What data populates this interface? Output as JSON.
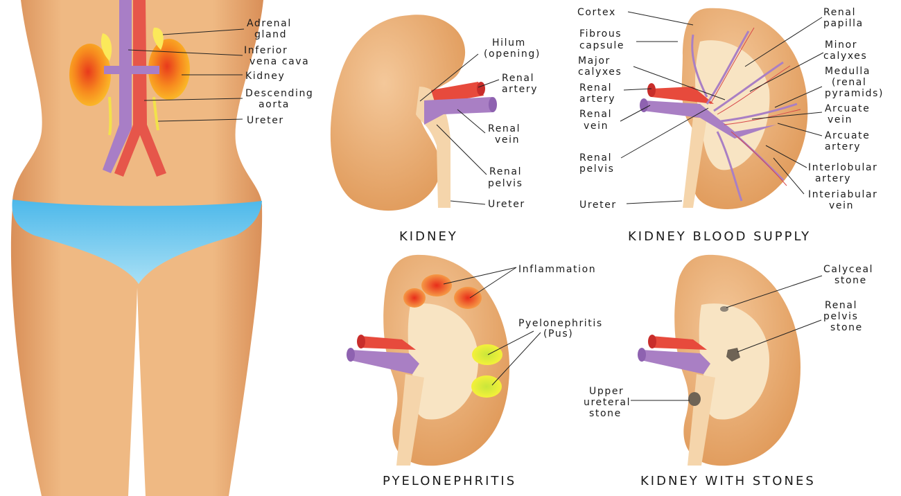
{
  "colors": {
    "skin": "#e9ad78",
    "kidney": "#e8a968",
    "kidney_light": "#f7dbb5",
    "vein": "#a97fc4",
    "artery": "#e5403a",
    "inflammation": "#f05a1a",
    "pus": "#e6f03c",
    "underwear": "#5fc3ec"
  },
  "torso": {
    "labels": [
      "Adrenal gland",
      "Inferior vena cava",
      "Kidney",
      "Descending aorta",
      "Ureter"
    ],
    "adrenal": [
      "Adrenal",
      "gland"
    ],
    "ivc": [
      "Inferior",
      "vena cava"
    ],
    "kidney": "Kidney",
    "aorta": [
      "Descending",
      "aorta"
    ],
    "ureter": "Ureter"
  },
  "kidney": {
    "title": "KIDNEY",
    "hilum": [
      "Hilum",
      "(opening)"
    ],
    "renal_artery": [
      "Renal",
      "artery"
    ],
    "renal_vein": [
      "Renal",
      "vein"
    ],
    "renal_pelvis": [
      "Renal",
      "pelvis"
    ],
    "ureter": "Ureter"
  },
  "blood_supply": {
    "title": "KIDNEY BLOOD SUPPLY",
    "cortex": "Cortex",
    "fibrous_capsule": [
      "Fibrous",
      "capsule"
    ],
    "major_calyxes": [
      "Major",
      "calyxes"
    ],
    "renal_artery": [
      "Renal",
      "artery"
    ],
    "renal_vein": [
      "Renal",
      "vein"
    ],
    "renal_pelvis": [
      "Renal",
      "pelvis"
    ],
    "ureter": "Ureter",
    "renal_papilla": [
      "Renal",
      "papilla"
    ],
    "minor_calyxes": [
      "Minor",
      "calyxes"
    ],
    "medulla": [
      "Medulla",
      "(renal",
      "pyramids)"
    ],
    "arcuate_vein": [
      "Arcuate",
      "vein"
    ],
    "arcuate_artery": [
      "Arcuate",
      "artery"
    ],
    "interlobular_artery": [
      "Interlobular",
      "artery"
    ],
    "interlobular_vein": [
      "Interiabular",
      "vein"
    ]
  },
  "pyelonephritis": {
    "title": "PYELONEPHRITIS",
    "inflammation": "Inflammation",
    "pus": [
      "Pyelonephritis",
      "(Pus)"
    ]
  },
  "stones": {
    "title": "KIDNEY WITH STONES",
    "calyceal": [
      "Calyceal",
      "stone"
    ],
    "pelvis": [
      "Renal",
      "pelvis",
      "stone"
    ],
    "ureteral": [
      "Upper",
      "ureteral",
      "stone"
    ]
  }
}
